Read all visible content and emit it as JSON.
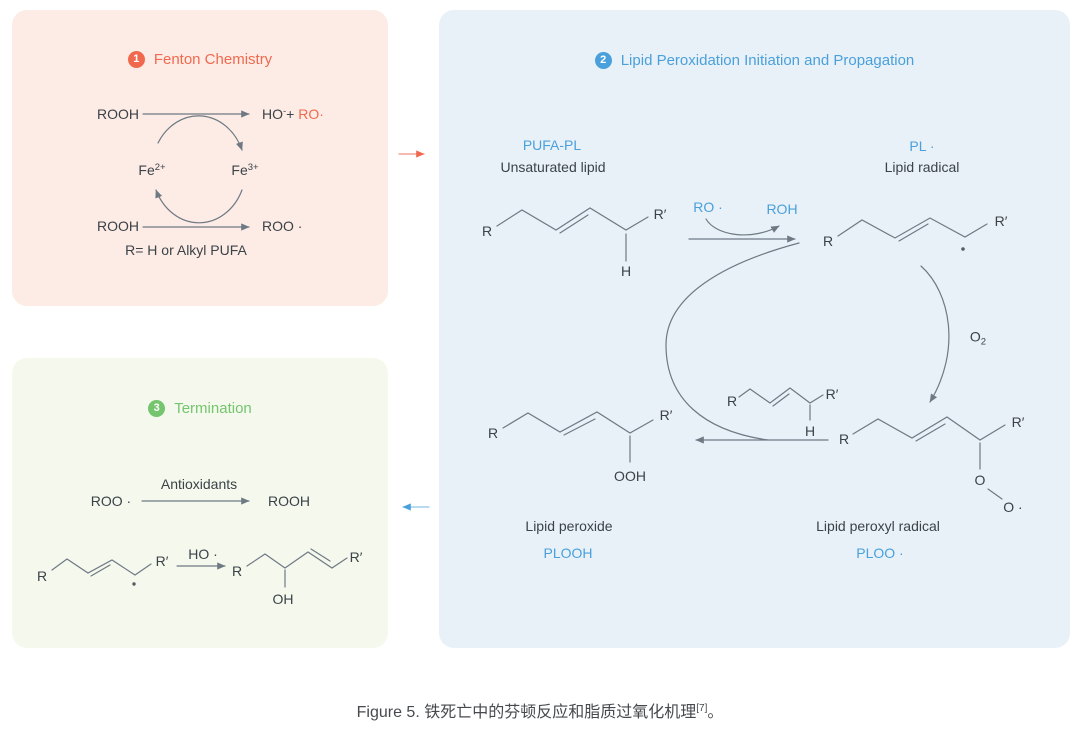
{
  "palette": {
    "coral": "#f0694f",
    "blue": "#4aa0db",
    "green": "#74c56e",
    "panel_pink": "#fdece5",
    "panel_blue": "#e9f1f8",
    "panel_green": "#f5f9ed",
    "line": "#6f7984",
    "ink": "#3b4248"
  },
  "fenton": {
    "badge": "1",
    "title": "Fenton Chemistry",
    "rooh_top": "ROOH",
    "hydroxide_base": "HO",
    "hydroxide_sup": "-",
    "plus": "+",
    "alkoxyl_radical": "RO·",
    "fe2_base": "Fe",
    "fe2_sup": "2+",
    "fe3_base": "Fe",
    "fe3_sup": "3+",
    "rooh_bottom": "ROOH",
    "peroxyl_radical": "ROO ·",
    "legend": "R= H or Alkyl PUFA"
  },
  "lipid": {
    "badge": "2",
    "title": "Lipid Peroxidation Initiation and Propagation",
    "pufa_pl": "PUFA-PL",
    "unsaturated_lipid": "Unsaturated lipid",
    "pl_radical": "PL ·",
    "lipid_radical": "Lipid radical",
    "ro_radical": "RO ·",
    "roh": "ROH",
    "o2_base": "O",
    "o2_sub": "2",
    "lipid_peroxide": "Lipid peroxide",
    "plooh": "PLOOH",
    "lipid_peroxyl_radical": "Lipid peroxyl radical",
    "ploo_radical": "PLOO ·",
    "ooh": "OOH",
    "o": "O",
    "o_radical": "O ·"
  },
  "termination": {
    "badge": "3",
    "title": "Termination",
    "antioxidants": "Antioxidants",
    "roo_radical": "ROO ·",
    "rooh": "ROOH",
    "ho_radical": "HO ·",
    "oh": "OH"
  },
  "atoms": {
    "r": "R",
    "r_prime": "R′",
    "h": "H"
  },
  "caption": {
    "figure_label": "Figure 5.",
    "text": "铁死亡中的芬顿反应和脂质过氧化机理",
    "reference": "[7]",
    "period": "。"
  }
}
